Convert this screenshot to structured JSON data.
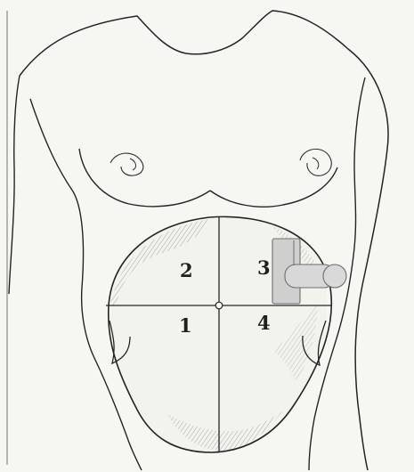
{
  "diagram": {
    "quadrant_labels": [
      "1",
      "2",
      "3",
      "4"
    ]
  },
  "colors": {
    "background": "#f6f6f3",
    "ink": "#1f1f1f",
    "shading": "#9a9a9a",
    "probe_fill": "#cfcfcf",
    "probe_stroke": "#6d6d6d"
  }
}
